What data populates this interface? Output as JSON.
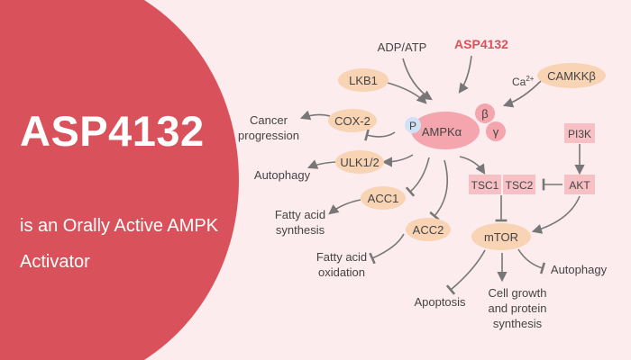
{
  "panel": {
    "title": "ASP4132",
    "subtitle_line1": "is an Orally Active AMPK",
    "subtitle_line2": "Activator"
  },
  "colors": {
    "background": "#fcecee",
    "panel": "#d9525b",
    "node_fill": "#f8d3b4",
    "ampk_fill": "#f4a5ad",
    "box_fill": "#f6c0c4",
    "p_fill": "#cfe2f5",
    "arrow": "#777777",
    "text": "#444444",
    "highlight": "#d9525b"
  },
  "diagram": {
    "inputs": {
      "adp_atp": "ADP/ATP",
      "asp4132": "ASP4132",
      "calcium": "Ca",
      "calcium_sup": "2+"
    },
    "nodes": {
      "lkb1": "LKB1",
      "camkkb": "CAMKKβ",
      "ampk": "AMPKα",
      "beta": "β",
      "gamma": "γ",
      "p": "P",
      "cox2": "COX-2",
      "ulk12": "ULK1/2",
      "acc1": "ACC1",
      "acc2": "ACC2",
      "tsc1": "TSC1",
      "tsc2": "TSC2",
      "akt": "AKT",
      "pi3k": "PI3K",
      "mtor": "mTOR"
    },
    "outcomes": {
      "cancer_line1": "Cancer",
      "cancer_line2": "progression",
      "autophagy_ulk": "Autophagy",
      "fatty_syn_line1": "Fatty acid",
      "fatty_syn_line2": "synthesis",
      "fatty_ox_line1": "Fatty acid",
      "fatty_ox_line2": "oxidation",
      "apoptosis": "Apoptosis",
      "growth_line1": "Cell growth",
      "growth_line2": "and protein",
      "growth_line3": "synthesis",
      "autophagy_mtor": "Autophagy"
    }
  }
}
